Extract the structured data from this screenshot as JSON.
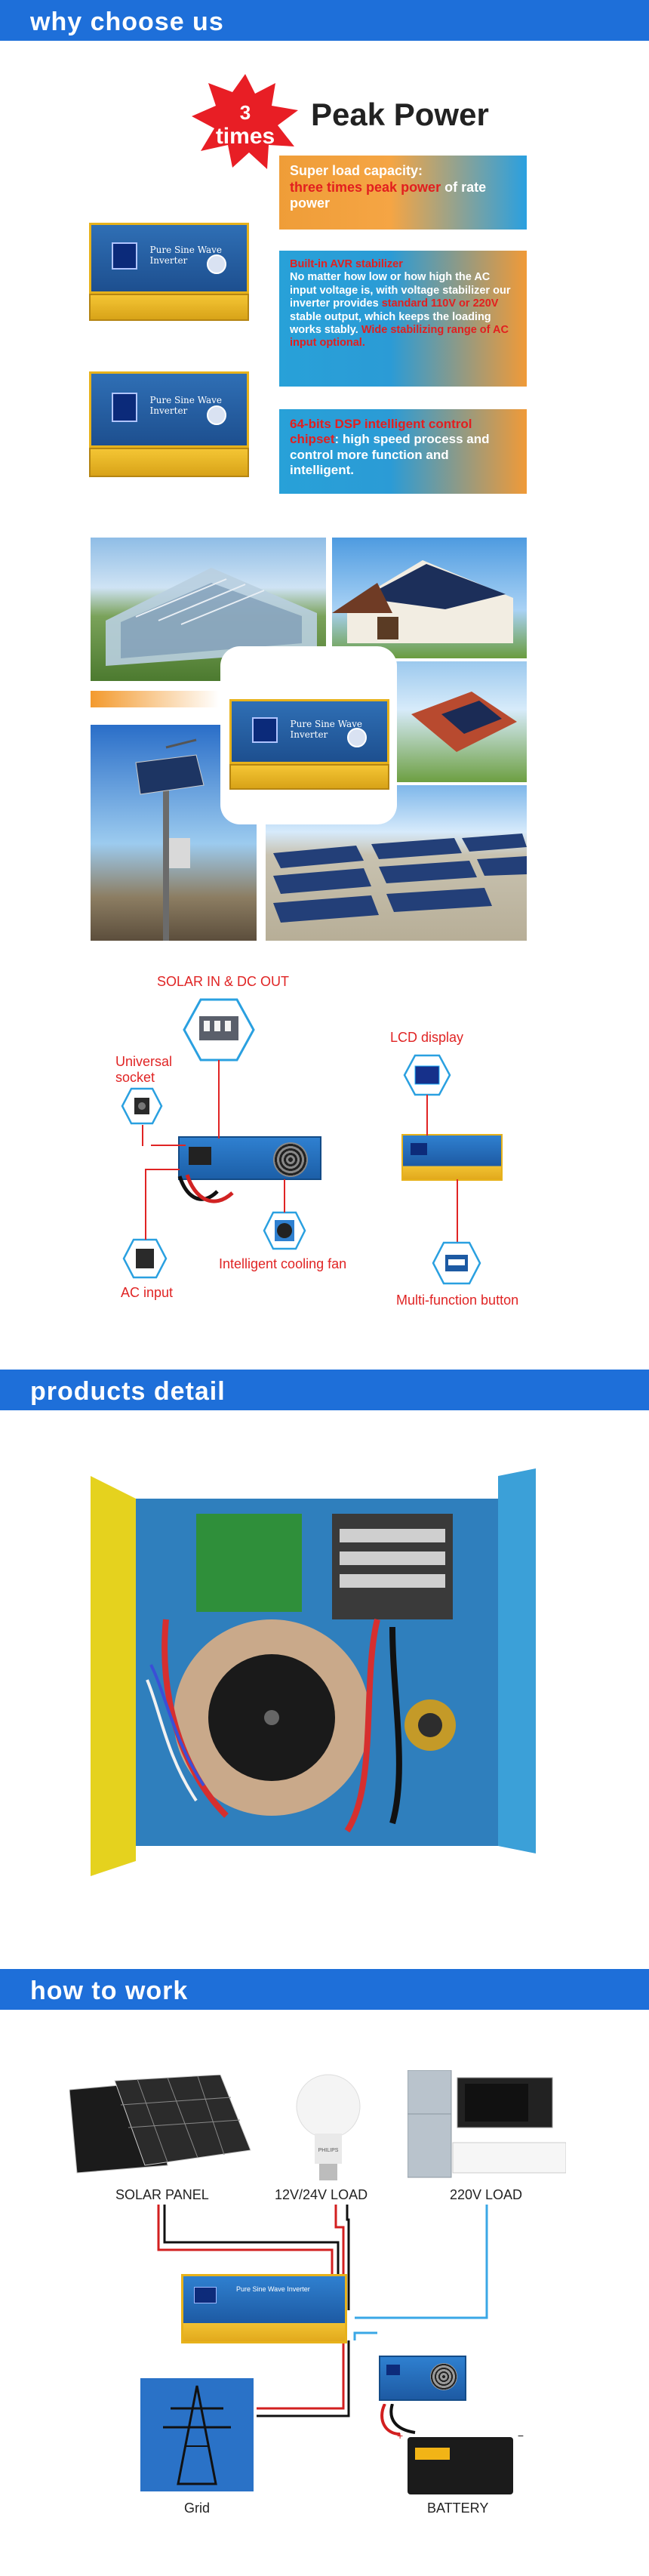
{
  "sections": {
    "why_title": "why choose us",
    "detail_title": "products detail",
    "work_title": "how to work"
  },
  "peak": {
    "badge_number": "3",
    "badge_word": "times",
    "title": "Peak Power"
  },
  "features": [
    {
      "line1": "Super load capacity:",
      "highlight": "three times peak power",
      "after": " of rate power"
    },
    {
      "heading": "Built-in AVR stabilizer",
      "text1": "No matter how low or how high the AC input voltage is, with voltage stabilizer our inverter provides ",
      "highlight1": "standard 110V or 220V",
      "text2": " stable output, which keeps the loading works stably. ",
      "highlight2": "Wide stabilizing range of AC input optional."
    },
    {
      "highlight": "64-bits DSP intelligent control chipset",
      "text": ": high speed process and control more function and intelligent."
    }
  ],
  "inverter_brand": "Pure Sine Wave Inverter",
  "callouts": {
    "solar_in": "SOLAR IN & DC OUT",
    "universal": "Universal\nsocket",
    "universal_line1": "Universal",
    "universal_line2": "socket",
    "ac_input": "AC input",
    "cooling_fan": "Intelligent cooling fan",
    "lcd": "LCD display",
    "multi_button": "Multi-function button"
  },
  "work": {
    "solar_panel": "SOLAR PANEL",
    "load_12_24": "12V/24V LOAD",
    "load_220": "220V LOAD",
    "grid": "Grid",
    "battery": "BATTERY",
    "bulb_brand": "PHILIPS"
  },
  "colors": {
    "banner": "#1e6fd9",
    "callout_red": "#e02424",
    "badge_red": "#e81e25"
  }
}
